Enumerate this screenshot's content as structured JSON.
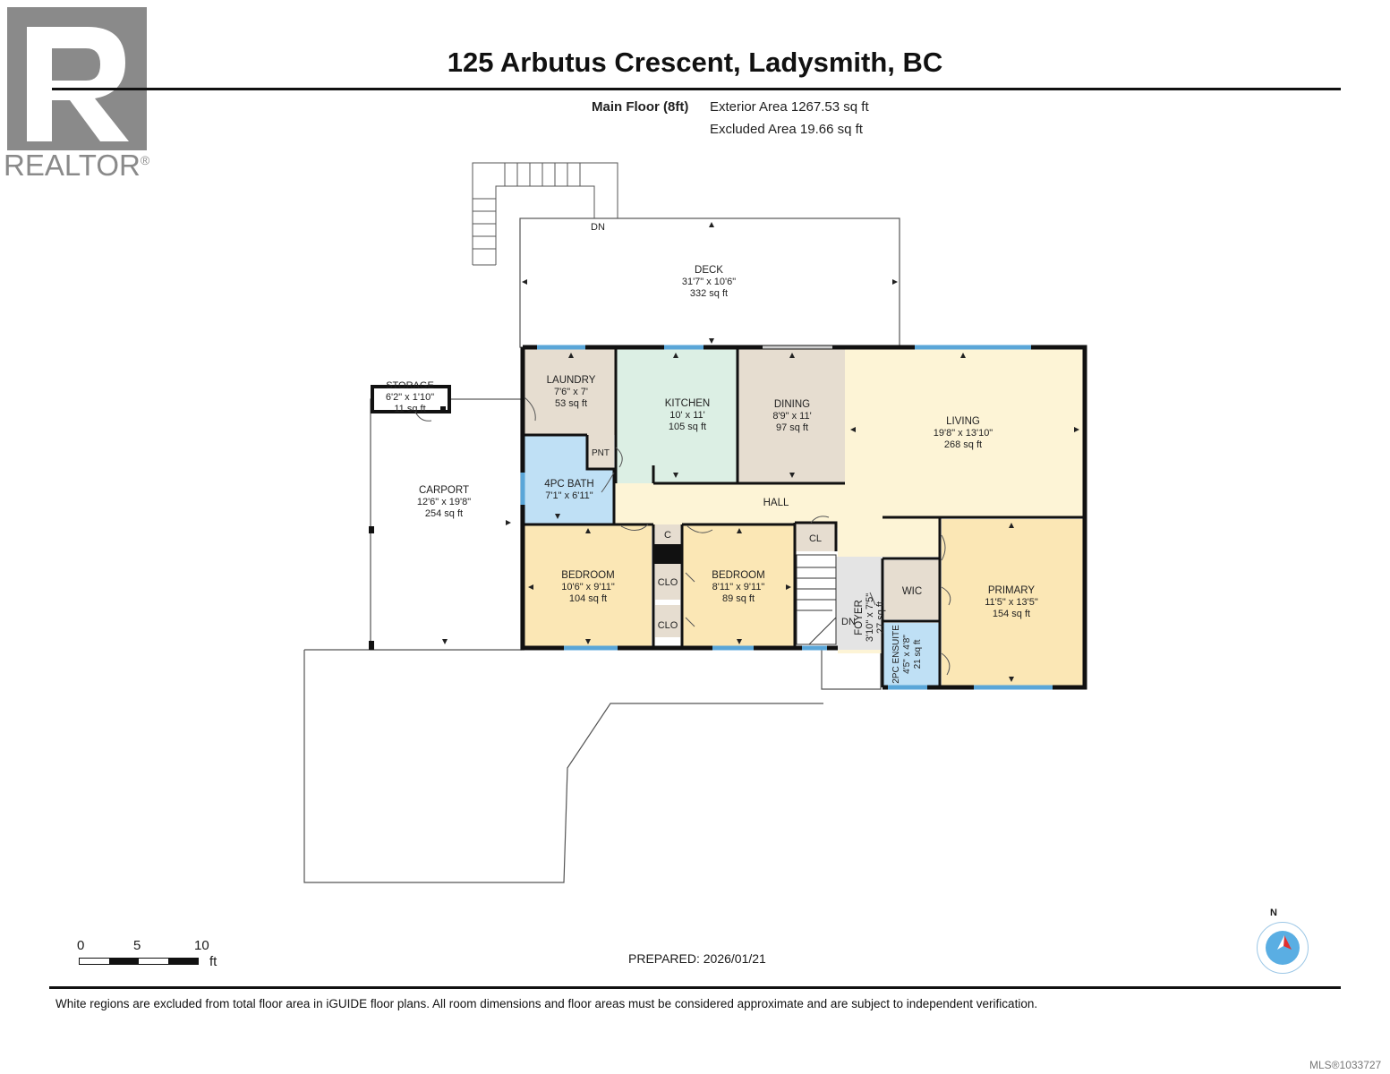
{
  "header": {
    "logo_text": "REALTOR",
    "logo_mark": "®",
    "title": "125 Arbutus Crescent, Ladysmith, BC",
    "floor_label": "Main Floor (8ft)",
    "exterior_area": "Exterior Area 1267.53 sq ft",
    "excluded_area": "Excluded Area 19.66 sq ft"
  },
  "rooms": {
    "deck": {
      "name": "DECK",
      "dims": "31'7\" x 10'6\"",
      "area": "332 sq ft"
    },
    "storage": {
      "name": "STORAGE",
      "dims": "6'2\" x 1'10\"",
      "area": "11 sq ft"
    },
    "carport": {
      "name": "CARPORT",
      "dims": "12'6\" x 19'8\"",
      "area": "254 sq ft"
    },
    "laundry": {
      "name": "LAUNDRY",
      "dims": "7'6\" x 7'",
      "area": "53 sq ft"
    },
    "kitchen": {
      "name": "KITCHEN",
      "dims": "10' x 11'",
      "area": "105 sq ft"
    },
    "dining": {
      "name": "DINING",
      "dims": "8'9\" x 11'",
      "area": "97 sq ft"
    },
    "living": {
      "name": "LIVING",
      "dims": "19'8\" x 13'10\"",
      "area": "268 sq ft"
    },
    "bath4pc": {
      "name": "4PC BATH",
      "dims": "7'1\" x 6'11\""
    },
    "pantry": {
      "name": "PNT"
    },
    "hall": {
      "name": "HALL"
    },
    "bedroom1": {
      "name": "BEDROOM",
      "dims": "10'6\" x 9'11\"",
      "area": "104 sq ft"
    },
    "bedroom2": {
      "name": "BEDROOM",
      "dims": "8'11\" x 9'11\"",
      "area": "89 sq ft"
    },
    "closet_c": {
      "name": "C"
    },
    "clo1": {
      "name": "CLO"
    },
    "clo2": {
      "name": "CLO"
    },
    "cl": {
      "name": "CL"
    },
    "foyer": {
      "name": "FOYER",
      "dims": "3'10\" x 7'5\"",
      "area": "27 sq ft"
    },
    "wic": {
      "name": "WIC"
    },
    "primary": {
      "name": "PRIMARY",
      "dims": "11'5\" x 13'5\"",
      "area": "154 sq ft"
    },
    "ensuite": {
      "name": "2PC ENSUITE",
      "dims": "4'5\" x 4'8\"",
      "area": "21 sq ft"
    },
    "stair_dn_deck": "DN",
    "stair_dn_foyer": "DN"
  },
  "scale": {
    "zero": "0",
    "five": "5",
    "ten": "10",
    "unit": "ft"
  },
  "compass_label": "N",
  "prepared": "PREPARED: 2026/01/21",
  "disclaimer": "White regions are excluded from total floor area in iGUIDE floor plans. All room dimensions and floor areas must be considered approximate and are subject to independent verification.",
  "mls": "MLS®1033727",
  "colors": {
    "laundry": "#e6ddd0",
    "kitchen": "#dcefe4",
    "dining": "#e6ddd0",
    "living": "#fdf4d6",
    "bedroom": "#fbe7b5",
    "primary": "#fbe7b5",
    "bath": "#bfe0f5",
    "hall": "#fdf4d6",
    "closet": "#e6ddd0",
    "foyer": "#e4e4e4",
    "window": "#5aa6d8"
  }
}
